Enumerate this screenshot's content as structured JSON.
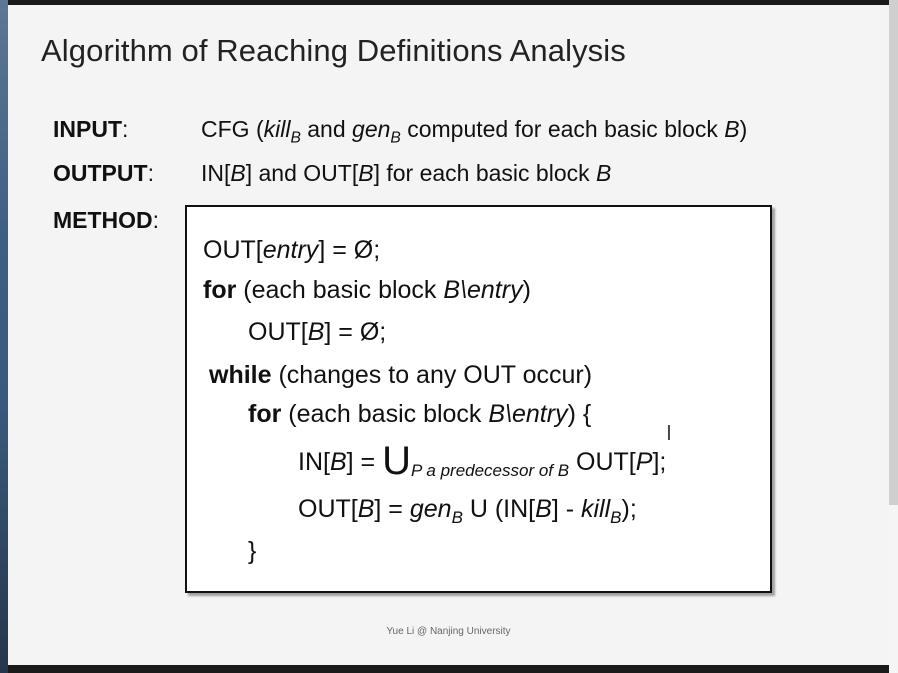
{
  "slide": {
    "title": "Algorithm of Reaching Definitions Analysis",
    "input_label": "INPUT",
    "output_label": "OUTPUT",
    "method_label": "METHOD",
    "colon": ":",
    "input_text": {
      "p1": "CFG (",
      "kill": "kill",
      "sub_B": "B",
      "p2": " and ",
      "gen": "gen",
      "p3": " computed for each basic block ",
      "B": "B",
      "p4": ")"
    },
    "output_text": {
      "p1": "IN[",
      "B1": "B",
      "p2": "] and OUT[",
      "B2": "B",
      "p3": "] for each basic block ",
      "B3": "B"
    },
    "footer": "Yue Li @ Nanjing University"
  },
  "code": {
    "l1_a": "OUT[",
    "l1_entry": "entry",
    "l1_b": "] = Ø;",
    "for_kw": "for",
    "l2_a": " (each basic block ",
    "l2_b": "B\\entry",
    "l2_c": ")",
    "l3_a": "OUT[",
    "l3_B": "B",
    "l3_b": "] = Ø;",
    "while_kw": "while",
    "l4_a": " (changes to any OUT occur)",
    "l5_a": " (each basic block ",
    "l5_b": "B\\entry",
    "l5_c": ") {",
    "l6_a": "IN[",
    "l6_B": "B",
    "l6_b": "] = ",
    "union": "U",
    "l6_sub": "P a predecessor of B",
    "l6_c": " OUT[",
    "l6_P": "P",
    "l6_d": "];",
    "l7_a": "OUT[",
    "l7_B": "B",
    "l7_b": "] = ",
    "l7_gen": "gen",
    "l7_subB": "B",
    "l7_c": " U (IN[",
    "l7_B2": "B",
    "l7_d": "] - ",
    "l7_kill": "kill",
    "l7_subB2": "B",
    "l7_e": ");",
    "l8": "}"
  }
}
